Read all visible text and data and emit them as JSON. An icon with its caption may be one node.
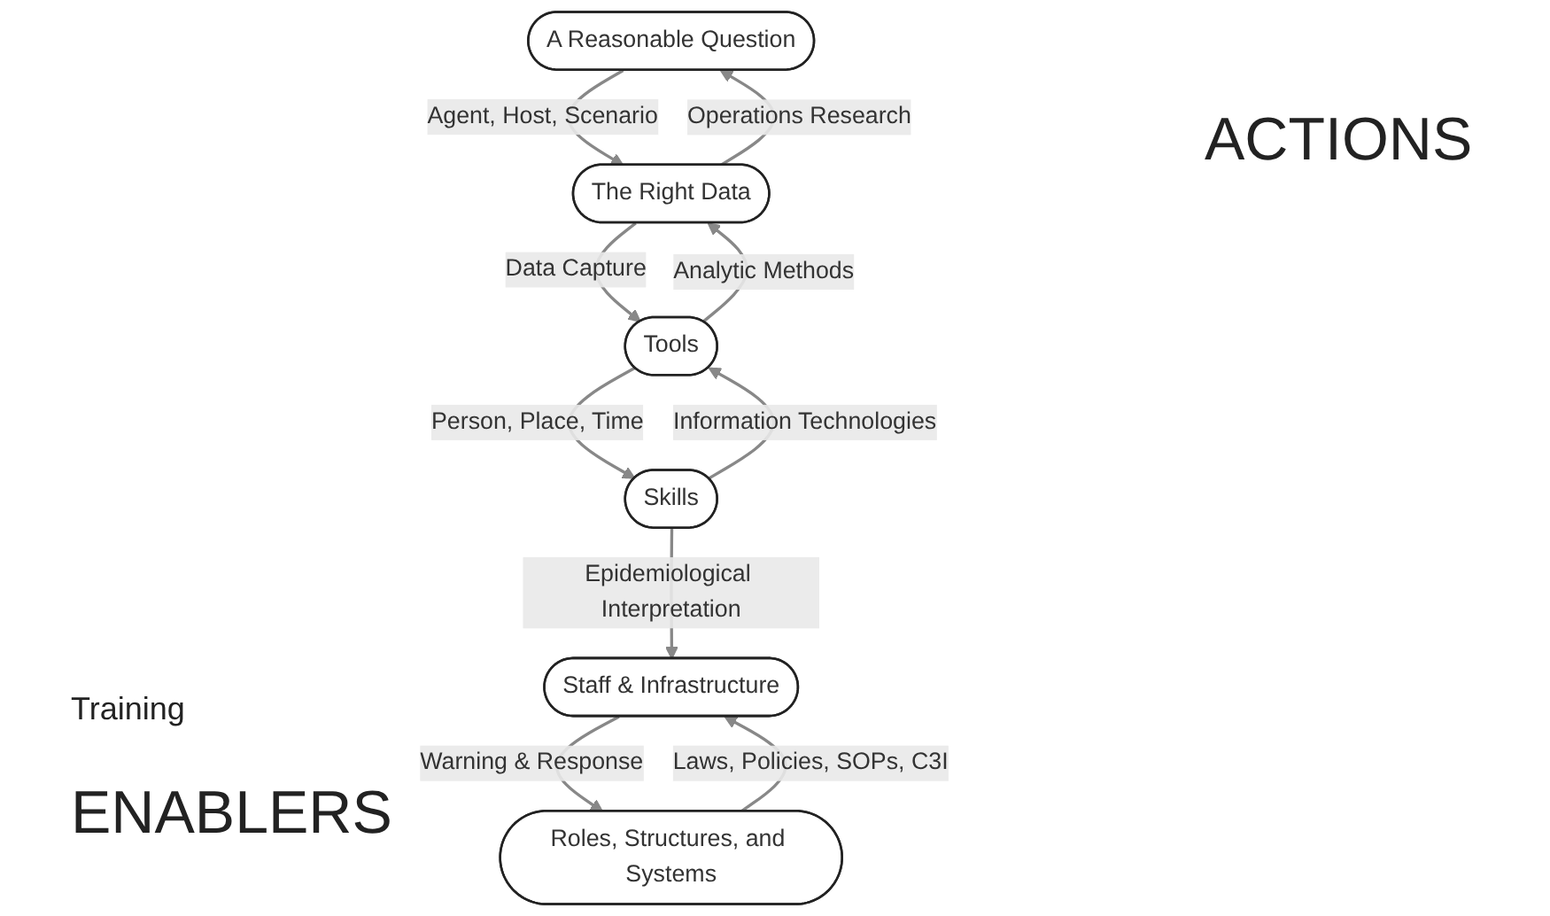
{
  "diagram": {
    "nodes": [
      {
        "text": [
          "A Reasonable Question"
        ]
      },
      {
        "text": [
          "The Right Data"
        ]
      },
      {
        "text": [
          "Tools"
        ]
      },
      {
        "text": [
          "Skills"
        ]
      },
      {
        "text": [
          "Staff & Infrastructure"
        ]
      },
      {
        "text": [
          "Roles, Structures, and Systems"
        ]
      }
    ],
    "edges": [
      {
        "from": 0,
        "to": 1,
        "arrow": "to",
        "label": "Agent, Host, Scenario"
      },
      {
        "from": 1,
        "to": 0,
        "arrow": "to",
        "label": "Operations Research"
      },
      {
        "from": 1,
        "to": 2,
        "arrow": "to",
        "label": "Data Capture"
      },
      {
        "from": 2,
        "to": 1,
        "arrow": "to",
        "label": "Analytic Methods"
      },
      {
        "from": 2,
        "to": 3,
        "arrow": "to",
        "label": "Person, Place, Time"
      },
      {
        "from": 3,
        "to": 2,
        "arrow": "to",
        "label": "Information Technologies"
      },
      {
        "from": 3,
        "to": 4,
        "arrow": "to",
        "label": "Epidemiological Interpretation"
      },
      {
        "from": 4,
        "to": 5,
        "arrow": "to",
        "label": "Warning & Response"
      },
      {
        "from": 5,
        "to": 4,
        "arrow": "to",
        "label": "Laws, Policies, SOPs, C3I"
      }
    ],
    "labels": [
      "ACTIONS",
      "Training",
      "ENABLERS"
    ]
  }
}
